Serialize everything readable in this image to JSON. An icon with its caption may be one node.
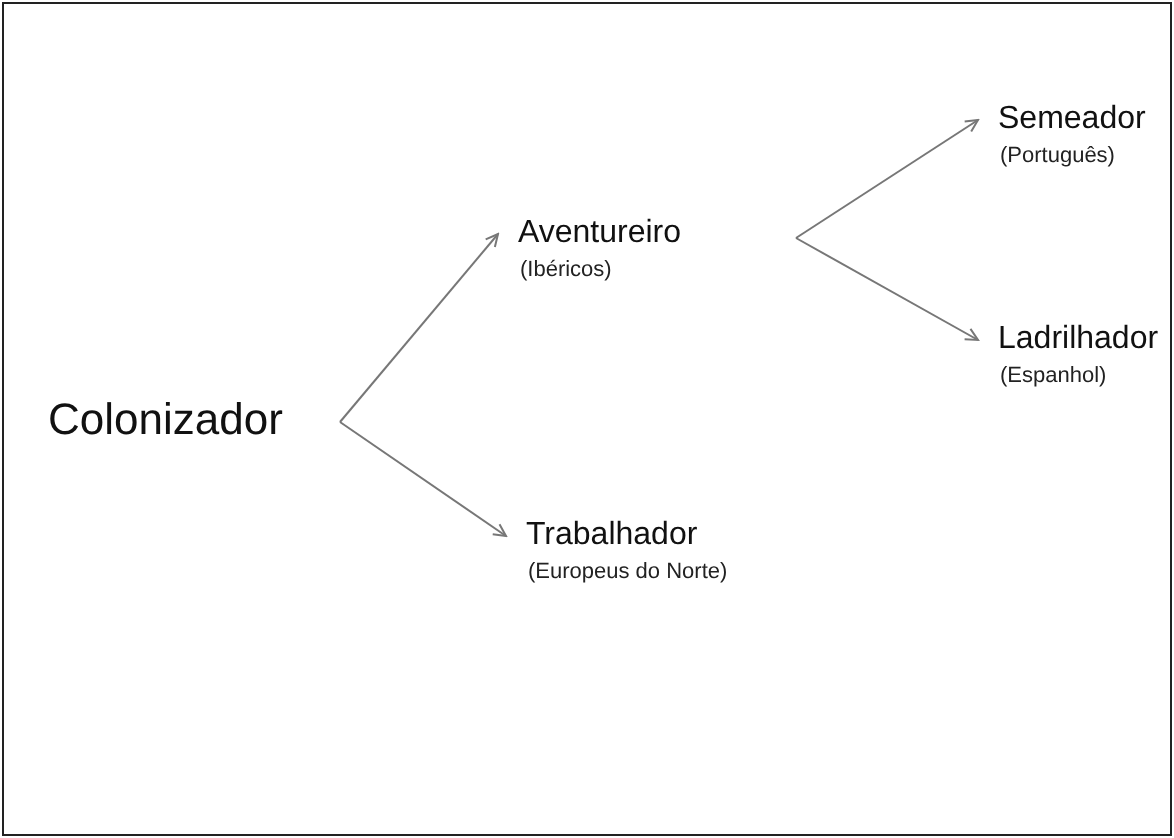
{
  "diagram": {
    "nodes": [
      {
        "text": [
          "Colonizador"
        ]
      },
      {
        "text": [
          "Aventureiro",
          "(Ibéricos)"
        ]
      },
      {
        "text": [
          "Trabalhador",
          "(Europeus do Norte)"
        ]
      },
      {
        "text": [
          "Semeador",
          "(Português)"
        ]
      },
      {
        "text": [
          "Ladrilhador",
          "(Espanhol)"
        ]
      }
    ],
    "edges": [
      {
        "from": 0,
        "to": 1,
        "arrow": "to"
      },
      {
        "from": 0,
        "to": 2,
        "arrow": "to"
      },
      {
        "from": 1,
        "to": 3,
        "arrow": "to"
      },
      {
        "from": 1,
        "to": 4,
        "arrow": "to"
      }
    ]
  }
}
